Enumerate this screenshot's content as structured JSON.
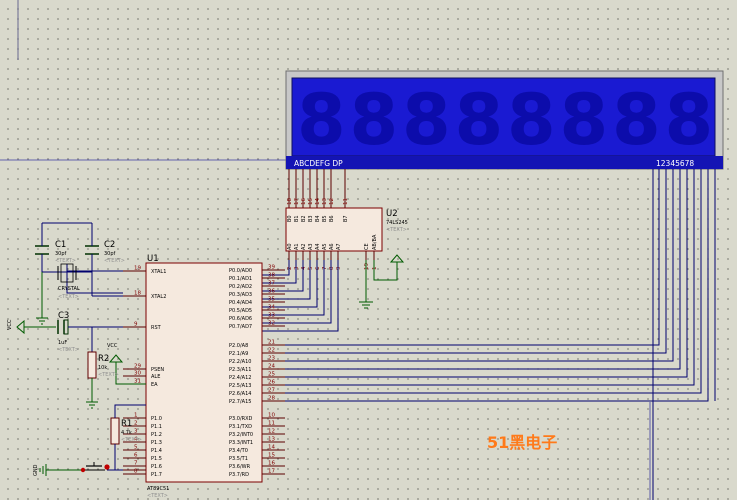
{
  "display": {
    "segment_labels": "ABCDEFG  DP",
    "digit_labels": "12345678",
    "digits": [
      "8",
      "8",
      "8",
      "8",
      "8",
      "8",
      "8",
      "8"
    ]
  },
  "u1": {
    "ref": "U1",
    "part": "AT89C51",
    "text_tag": "<TEXT>",
    "left_pins": [
      {
        "num": "19",
        "name": "XTAL1"
      },
      {
        "num": "18",
        "name": "XTAL2"
      },
      {
        "num": "9",
        "name": "RST"
      },
      {
        "num": "29",
        "name": "PSEN"
      },
      {
        "num": "30",
        "name": "ALE"
      },
      {
        "num": "31",
        "name": "EA"
      },
      {
        "num": "1",
        "name": "P1.0"
      },
      {
        "num": "2",
        "name": "P1.1"
      },
      {
        "num": "3",
        "name": "P1.2"
      },
      {
        "num": "4",
        "name": "P1.3"
      },
      {
        "num": "5",
        "name": "P1.4"
      },
      {
        "num": "6",
        "name": "P1.5"
      },
      {
        "num": "7",
        "name": "P1.6"
      },
      {
        "num": "8",
        "name": "P1.7"
      }
    ],
    "right_pins": [
      {
        "num": "39",
        "name": "P0.0/AD0"
      },
      {
        "num": "38",
        "name": "P0.1/AD1"
      },
      {
        "num": "37",
        "name": "P0.2/AD2"
      },
      {
        "num": "36",
        "name": "P0.3/AD3"
      },
      {
        "num": "35",
        "name": "P0.4/AD4"
      },
      {
        "num": "34",
        "name": "P0.5/AD5"
      },
      {
        "num": "33",
        "name": "P0.6/AD6"
      },
      {
        "num": "32",
        "name": "P0.7/AD7"
      },
      {
        "num": "21",
        "name": "P2.0/A8"
      },
      {
        "num": "22",
        "name": "P2.1/A9"
      },
      {
        "num": "23",
        "name": "P2.2/A10"
      },
      {
        "num": "24",
        "name": "P2.3/A11"
      },
      {
        "num": "25",
        "name": "P2.4/A12"
      },
      {
        "num": "26",
        "name": "P2.5/A13"
      },
      {
        "num": "27",
        "name": "P2.6/A14"
      },
      {
        "num": "28",
        "name": "P2.7/A15"
      },
      {
        "num": "10",
        "name": "P3.0/RXD"
      },
      {
        "num": "11",
        "name": "P3.1/TXD"
      },
      {
        "num": "12",
        "name": "P3.2/INT0"
      },
      {
        "num": "13",
        "name": "P3.3/INT1"
      },
      {
        "num": "14",
        "name": "P3.4/T0"
      },
      {
        "num": "15",
        "name": "P3.5/T1"
      },
      {
        "num": "16",
        "name": "P3.6/WR"
      },
      {
        "num": "17",
        "name": "P3.7/RD"
      }
    ]
  },
  "u2": {
    "ref": "U2",
    "part": "74LS245",
    "text_tag": "<TEXT>",
    "b_pins": [
      {
        "num": "18",
        "name": "B0"
      },
      {
        "num": "17",
        "name": "B1"
      },
      {
        "num": "16",
        "name": "B2"
      },
      {
        "num": "15",
        "name": "B3"
      },
      {
        "num": "14",
        "name": "B4"
      },
      {
        "num": "13",
        "name": "B5"
      },
      {
        "num": "12",
        "name": "B6"
      },
      {
        "num": "11",
        "name": "B7"
      }
    ],
    "a_pins": [
      {
        "num": "2",
        "name": "A0"
      },
      {
        "num": "3",
        "name": "A1"
      },
      {
        "num": "4",
        "name": "A2"
      },
      {
        "num": "5",
        "name": "A3"
      },
      {
        "num": "6",
        "name": "A4"
      },
      {
        "num": "7",
        "name": "A5"
      },
      {
        "num": "8",
        "name": "A6"
      },
      {
        "num": "9",
        "name": "A7"
      },
      {
        "num": "19",
        "name": "CE"
      },
      {
        "num": "1",
        "name": "AB/BA"
      }
    ]
  },
  "components": {
    "c1": {
      "ref": "C1",
      "value": "30pf",
      "text_tag": "<TEXT>"
    },
    "c2": {
      "ref": "C2",
      "value": "30pf",
      "text_tag": "<TEXT>"
    },
    "x1": {
      "value": "CRYSTAL",
      "text_tag": "<TEXT>"
    },
    "c3": {
      "ref": "C3",
      "value": "1uF",
      "text_tag": "<TEXT>"
    },
    "r2": {
      "ref": "R2",
      "value": "10k",
      "text_tag": "<TEXT>"
    },
    "r1": {
      "ref": "R1",
      "value": "4.7k",
      "text_tag": "<TEXT>"
    }
  },
  "power": {
    "vcc1": "VCC",
    "vcc2": "VCC",
    "gnd": "GND"
  },
  "watermark": "51黑电子"
}
